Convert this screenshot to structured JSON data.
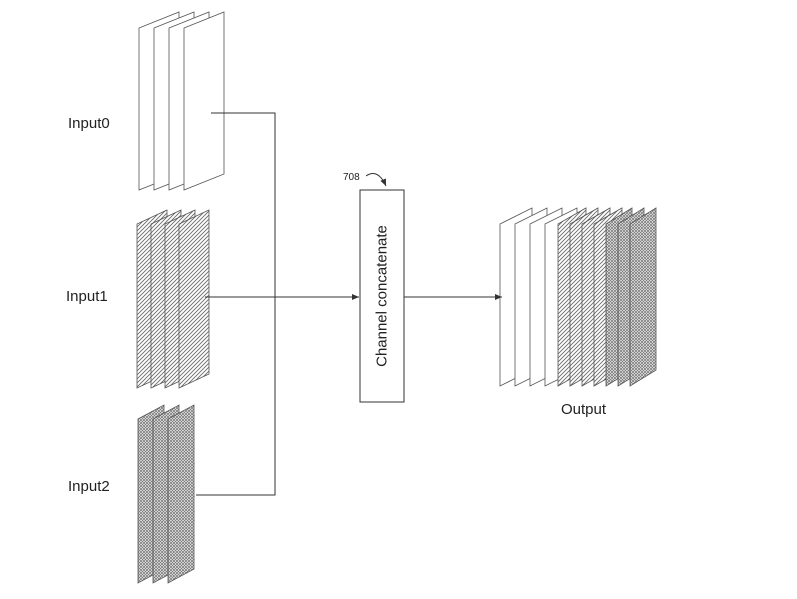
{
  "labels": {
    "input0": "Input0",
    "input1": "Input1",
    "input2": "Input2",
    "output": "Output",
    "concat": "Channel concatenate",
    "ref": "708"
  },
  "colors": {
    "stroke": "#555555",
    "line": "#333333",
    "hatch": "#6a6a6a",
    "dense": "#7a7a7a"
  }
}
